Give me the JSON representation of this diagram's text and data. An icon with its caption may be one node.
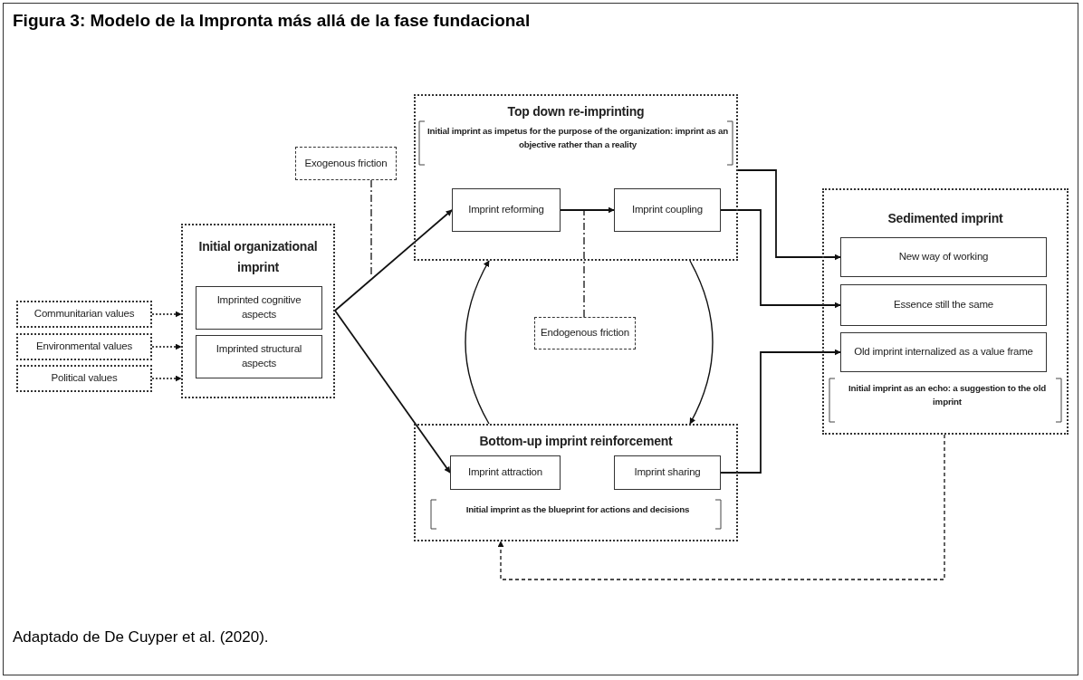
{
  "diagram": {
    "title": "Figura 3: Modelo de la Impronta más allá de la fase fundacional",
    "caption": "Adaptado de De Cuyper et al. (2020).",
    "nodes": [
      {
        "text": [
          "Communitarian values"
        ]
      },
      {
        "text": [
          "Environmental values"
        ]
      },
      {
        "text": [
          "Political values"
        ]
      },
      {
        "text": [
          "Initial organizational imprint"
        ]
      },
      {
        "text": [
          "Imprinted cognitive aspects"
        ],
        "in": 3
      },
      {
        "text": [
          "Imprinted structural aspects"
        ],
        "in": 3
      },
      {
        "text": [
          "Exogenous friction"
        ]
      },
      {
        "text": [
          "Top down re-imprinting",
          "Initial imprint as impetus for the purpose of the organization: imprint as an objective rather than a reality"
        ]
      },
      {
        "text": [
          "Imprint reforming"
        ],
        "in": 7
      },
      {
        "text": [
          "Imprint coupling"
        ],
        "in": 7
      },
      {
        "text": [
          "Endogenous friction"
        ]
      },
      {
        "text": [
          "Bottom-up imprint reinforcement",
          "Initial imprint as the blueprint for actions and decisions"
        ]
      },
      {
        "text": [
          "Imprint attraction"
        ],
        "in": 11
      },
      {
        "text": [
          "Imprint sharing"
        ],
        "in": 11
      },
      {
        "text": [
          "Sedimented imprint",
          "Initial imprint as an echo: a suggestion to the old imprint"
        ]
      },
      {
        "text": [
          "New way of working"
        ],
        "in": 14
      },
      {
        "text": [
          "Essence still the same"
        ],
        "in": 14
      },
      {
        "text": [
          "Old imprint internalized as a value frame"
        ],
        "in": 14
      }
    ],
    "edges": [
      {
        "from": 0,
        "to": 3,
        "arrow": "to",
        "style": "dashed"
      },
      {
        "from": 1,
        "to": 3,
        "arrow": "to",
        "style": "dashed"
      },
      {
        "from": 2,
        "to": 3,
        "arrow": "to",
        "style": "dashed"
      },
      {
        "from": 3,
        "to": 8,
        "arrow": "to"
      },
      {
        "from": 3,
        "to": 12,
        "arrow": "to"
      },
      {
        "from": 8,
        "to": 9,
        "arrow": "to"
      },
      {
        "from": 7,
        "to": 15,
        "arrow": "to"
      },
      {
        "from": 9,
        "to": 16,
        "arrow": "to"
      },
      {
        "from": 13,
        "to": 17,
        "arrow": "to"
      },
      {
        "from": 14,
        "to": 11,
        "arrow": "to",
        "style": "dashed"
      },
      {
        "from": 6,
        "to": null,
        "arrow": "none",
        "style": "dashed"
      },
      {
        "from": 10,
        "to": null,
        "arrow": "none",
        "style": "dashed"
      },
      {
        "from": 11,
        "to": 7,
        "arrow": "to"
      },
      {
        "from": 7,
        "to": 11,
        "arrow": "to"
      }
    ]
  }
}
